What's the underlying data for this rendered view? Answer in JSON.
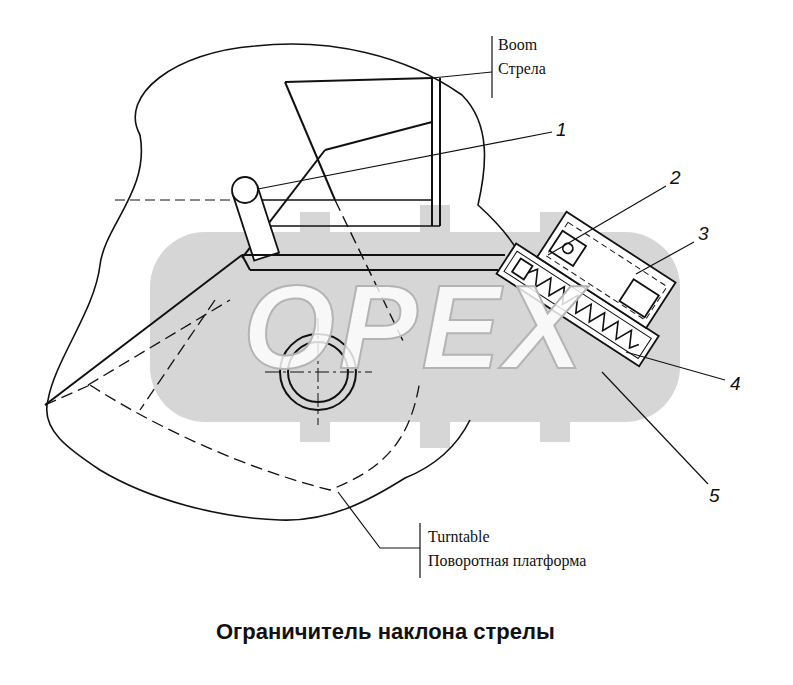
{
  "diagram": {
    "caption": "Ограничитель наклона стрелы",
    "labels": [
      "Boom",
      "Стрела",
      "1",
      "2",
      "3",
      "4",
      "5",
      "Turntable",
      "Поворотная платформа",
      "OPEX"
    ]
  }
}
